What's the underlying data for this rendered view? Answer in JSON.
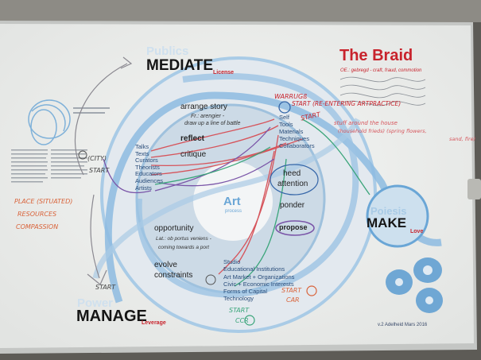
{
  "board": {
    "colors": {
      "wall": "#6c6a64",
      "board": "#eef0ee",
      "blue": "#5e9fd3",
      "blue_light": "#a9cbe6",
      "red": "#c8232c",
      "marker_purple": "#7a55a8",
      "marker_red": "#d6545b",
      "marker_green": "#3aa57a",
      "marker_orange": "#d9633a"
    }
  },
  "diagram": {
    "title": "The Braid",
    "title_sub": "OE.: gebregd - craft, fraud, commotion",
    "publics": "Publics",
    "mediate": "MEDIATE",
    "license": "License",
    "arrange_story": "arrange story",
    "arrange_note_1": "Fr.: arengier -",
    "arrange_note_2": "draw up a line of battle",
    "reflect": "reflect",
    "critique": "critique",
    "list_left": [
      "Talks",
      "Texts",
      "Curators",
      "Theorists",
      "Educators",
      "Audiences",
      "Artists"
    ],
    "list_top": [
      "Self",
      "Tools",
      "Materials",
      "Techniques",
      "Collaborators"
    ],
    "art": "Art",
    "process": "process",
    "heed": "heed",
    "attention": "attention",
    "ponder": "ponder",
    "propose": "propose",
    "opportunity": "opportunity",
    "opp_note_1": "Lat.: ob portus veniens -",
    "opp_note_2": "coming towards a port",
    "evolve": "evolve",
    "constraints": "constraints",
    "list_bottom": [
      "Studio",
      "Educational Institutions",
      "Art Market + Organizations",
      "Civic + Economic Interests",
      "Forms of Capital",
      "Technology"
    ],
    "poiesis": "Poiesis",
    "make": "MAKE",
    "love": "Love",
    "power": "Power",
    "manage": "MANAGE",
    "leverage": "Leverage",
    "credit": "v.2  Adelheid Mars 2016"
  },
  "handwriting": {
    "warrug": "WARRUGß",
    "start_re": "START (RE-ENTERING ARTPRACTICE)",
    "start_small": "START",
    "stuff": "stuff around the house",
    "stuff_2": "(household frieds) (spring flowers,",
    "stuff_3": "sand, fire)",
    "city": "(CITY)",
    "city_start": "START",
    "place": "PLACE (SITUATED)",
    "resources": "RESOURCES",
    "compassion": "COMPASSION",
    "start_bottom": "START",
    "car": "START",
    "car_2": "CAR",
    "ccr": "START",
    "ccr_2": "CCR"
  }
}
